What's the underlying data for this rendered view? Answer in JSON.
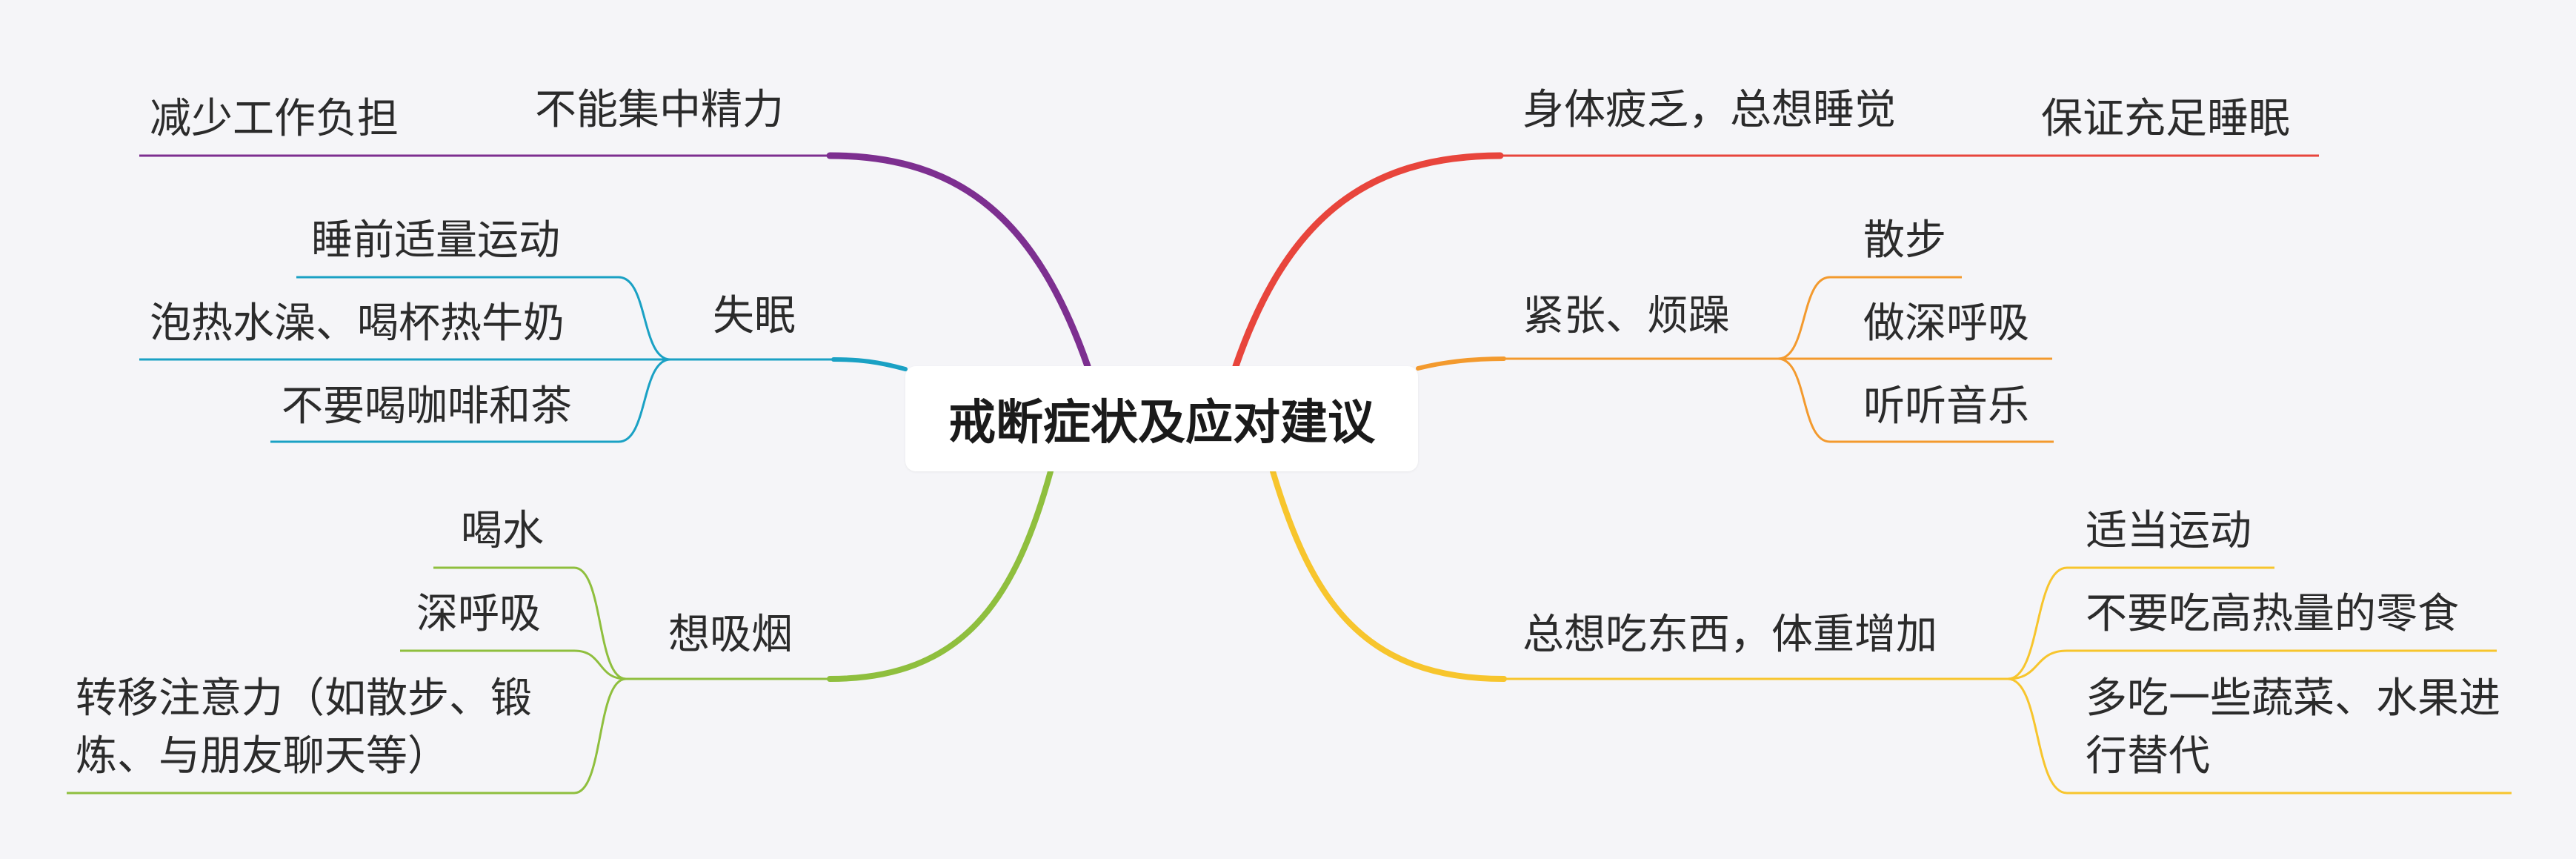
{
  "root": {
    "label": "戒断症状及应对建议"
  },
  "branches": {
    "fatigue": {
      "label": "身体疲乏，总想睡觉",
      "color": "#e8453c",
      "children": [
        "保证充足睡眠"
      ]
    },
    "anxiety": {
      "label": "紧张、烦躁",
      "color": "#f39a2e",
      "children": [
        "散步",
        "做深呼吸",
        "听听音乐"
      ]
    },
    "appetite": {
      "label": "总想吃东西，体重增加",
      "color": "#f7c52d",
      "children": [
        "适当运动",
        "不要吃高热量的零食",
        "多吃一些蔬菜、水果进行替代"
      ]
    },
    "focus": {
      "label": "不能集中精力",
      "color": "#7d2f90",
      "children": [
        "减少工作负担"
      ]
    },
    "insomnia": {
      "label": "失眠",
      "color": "#1aa1c4",
      "children": [
        "睡前适量运动",
        "泡热水澡、喝杯热牛奶",
        "不要喝咖啡和茶"
      ]
    },
    "smoking": {
      "label": "想吸烟",
      "color": "#8fbf3e",
      "children": [
        "喝水",
        "深呼吸",
        "转移注意力（如散步、锻炼、与朋友聊天等）"
      ]
    }
  }
}
